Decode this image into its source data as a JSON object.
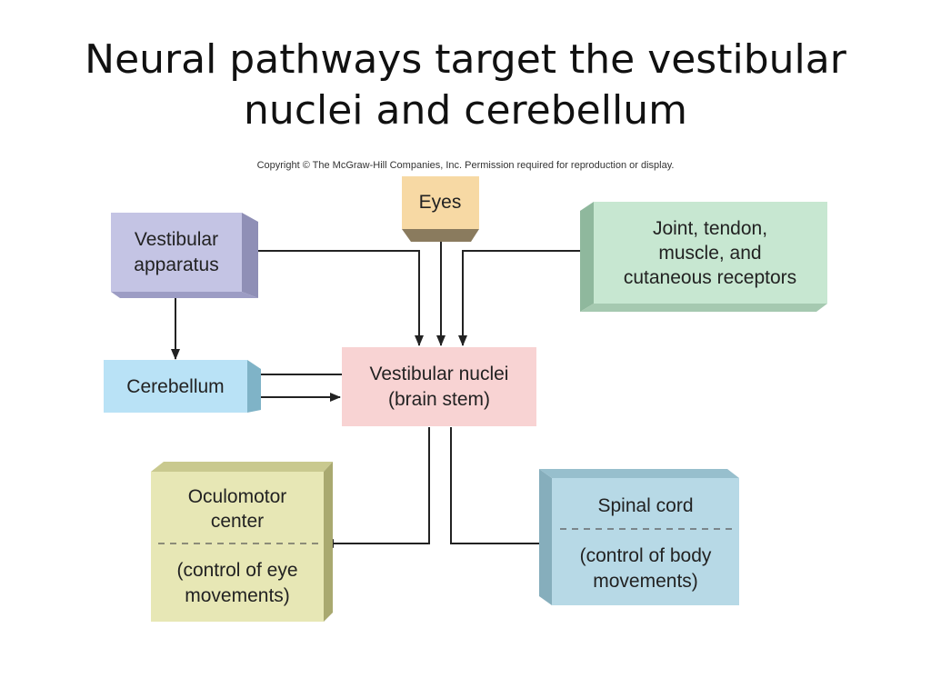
{
  "slide": {
    "title_line1": "Neural pathways target the vestibular",
    "title_line2": "nuclei and cerebellum",
    "copyright": "Copyright © The McGraw-Hill Companies, Inc. Permission required for reproduction or display."
  },
  "diagram": {
    "nodes": {
      "eyes": {
        "lines": [
          "Eyes"
        ],
        "color": "#f7d9a4"
      },
      "vestibular_apparatus": {
        "lines": [
          "Vestibular",
          "apparatus"
        ],
        "color": "#c4c4e4"
      },
      "joint_receptors": {
        "lines": [
          "Joint, tendon,",
          "muscle, and",
          "cutaneous receptors"
        ],
        "color": "#c7e7d1"
      },
      "cerebellum": {
        "lines": [
          "Cerebellum"
        ],
        "color": "#b9e2f6"
      },
      "vestibular_nuclei": {
        "lines": [
          "Vestibular nuclei",
          "(brain stem)"
        ],
        "color": "#f8d3d3"
      },
      "oculomotor_center": {
        "lines": [
          "Oculomotor",
          "center"
        ],
        "sublines": [
          "(control of eye",
          "movements)"
        ],
        "color": "#e7e7b5"
      },
      "spinal_cord": {
        "lines": [
          "Spinal cord"
        ],
        "sublines": [
          "(control of body",
          "movements)"
        ],
        "color": "#b7d9e6"
      }
    },
    "connections": [
      {
        "from": "vestibular_apparatus",
        "to": "vestibular_nuclei"
      },
      {
        "from": "eyes",
        "to": "vestibular_nuclei"
      },
      {
        "from": "joint_receptors",
        "to": "vestibular_nuclei"
      },
      {
        "from": "vestibular_apparatus",
        "to": "cerebellum"
      },
      {
        "from": "vestibular_nuclei",
        "to": "cerebellum"
      },
      {
        "from": "cerebellum",
        "to": "vestibular_nuclei"
      },
      {
        "from": "vestibular_nuclei",
        "to": "oculomotor_center"
      },
      {
        "from": "vestibular_nuclei",
        "to": "spinal_cord"
      }
    ]
  }
}
